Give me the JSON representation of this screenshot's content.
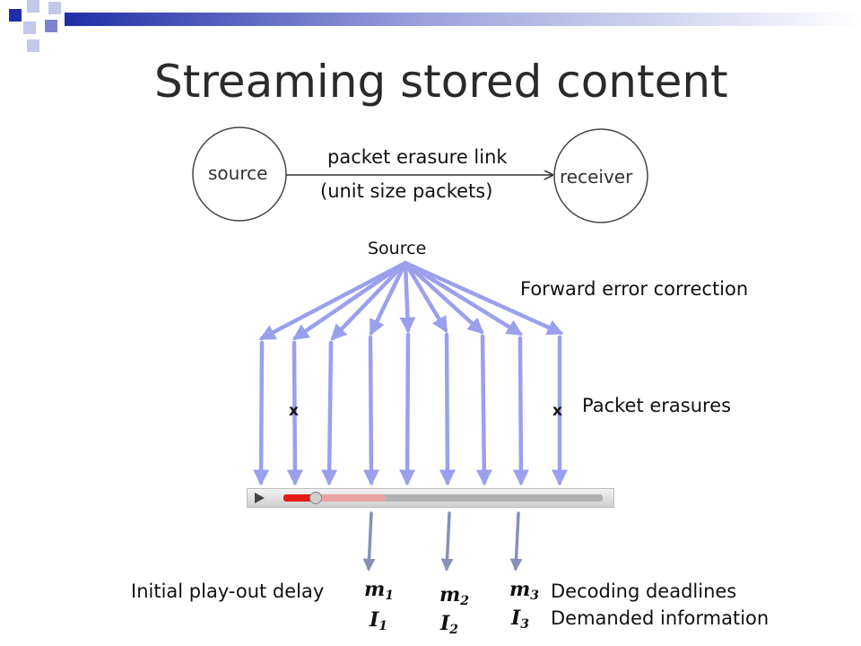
{
  "title": "Streaming stored content",
  "link_diagram": {
    "source_node": "source",
    "receiver_node": "receiver",
    "link_label": "packet erasure link",
    "link_sublabel": "(unit size packets)"
  },
  "fec_diagram": {
    "source_label": "Source",
    "fec_label": "Forward error correction",
    "erasure_label": "Packet erasures",
    "erasure_mark": "x",
    "packet_count": 9,
    "erased_packets": [
      2,
      9
    ]
  },
  "player": {
    "progress": 0.1,
    "buffered": 0.32,
    "colors": {
      "played": "#e31b1b",
      "buffered": "#e9a0a0",
      "track": "#b0b0b0"
    }
  },
  "bottom": {
    "initial_delay_label": "Initial play-out delay",
    "deadlines_label": "Decoding deadlines",
    "demanded_label": "Demanded information",
    "messages": [
      {
        "m": "m",
        "m_sub": "1",
        "i": "I",
        "i_sub": "1"
      },
      {
        "m": "m",
        "m_sub": "2",
        "i": "I",
        "i_sub": "2"
      },
      {
        "m": "m",
        "m_sub": "3",
        "i": "I",
        "i_sub": "3"
      }
    ]
  },
  "colors": {
    "arrow": "#9aa0ee",
    "arrow_gray": "#8890b8",
    "deco_blue": "#1f2ea8",
    "deco_light": "#c4c8ec"
  }
}
